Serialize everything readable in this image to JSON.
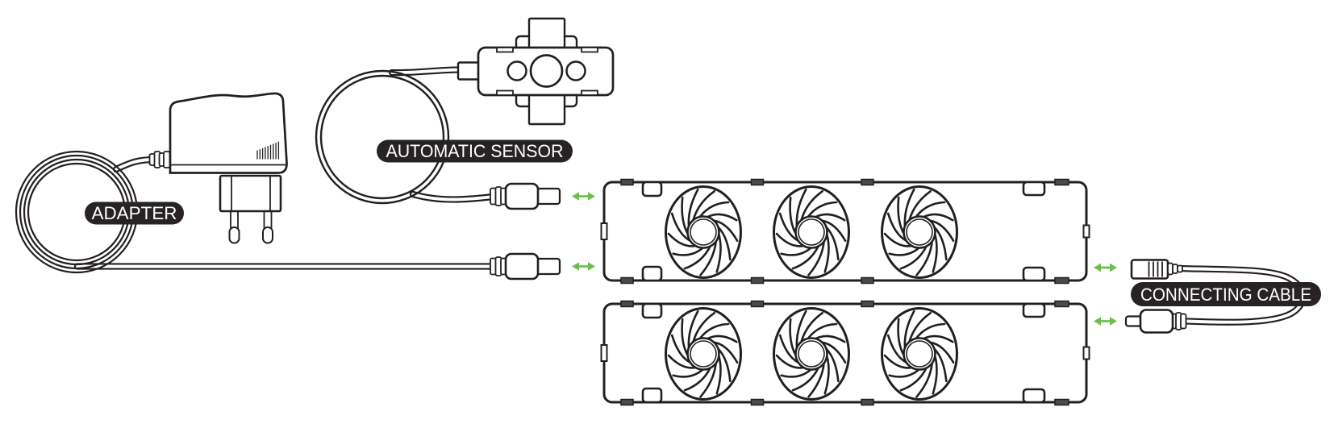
{
  "diagram": {
    "labels": {
      "adapter": "ADAPTER",
      "automatic_sensor": "AUTOMATIC SENSOR",
      "connecting_cable": "CONNECTING CABLE"
    },
    "colors": {
      "line": "#231f20",
      "label_background": "#272324",
      "label_text": "#ffffff",
      "arrow": "#6abf4b",
      "tab_fill": "#4d4a4b",
      "background": "#ffffff"
    },
    "components": [
      {
        "id": "adapter",
        "icon": "power-adapter-icon",
        "label_ref": "adapter"
      },
      {
        "id": "automatic-sensor",
        "icon": "motion-sensor-icon",
        "label_ref": "automatic_sensor"
      },
      {
        "id": "fan-tray-top",
        "icon": "triple-fan-tray-icon",
        "fan_count": 3
      },
      {
        "id": "fan-tray-bottom",
        "icon": "triple-fan-tray-icon",
        "fan_count": 3
      },
      {
        "id": "connecting-cable",
        "icon": "barrel-jack-cable-icon",
        "label_ref": "connecting_cable"
      }
    ],
    "fan": {
      "blades": 13,
      "trays": 2,
      "fans_per_tray": 3
    },
    "connections": {
      "arrow_icon": "double-headed-arrow-icon",
      "count": 4
    }
  }
}
